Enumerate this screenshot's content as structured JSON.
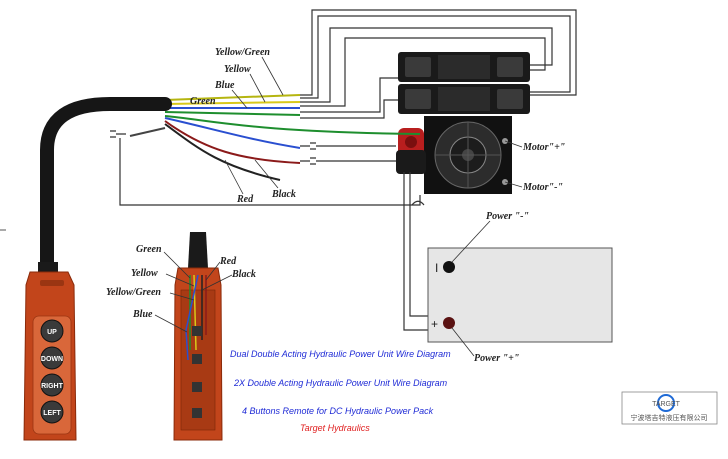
{
  "wire_labels": {
    "yellow_green_top": "Yellow/Green",
    "yellow_top": "Yellow",
    "blue_top": "Blue",
    "green_top": "Green",
    "red": "Red",
    "black": "Black"
  },
  "terminals": {
    "motor_plus": "Motor\"+\"",
    "motor_minus": "Motor\"-\"",
    "power_minus": "Power \"-\"",
    "power_plus": "Power \"+\""
  },
  "battery": {
    "minus_symbol": "I",
    "plus_symbol": "+"
  },
  "remote": {
    "buttons": [
      "UP",
      "DOWN",
      "RIGHT",
      "LEFT"
    ]
  },
  "remote_side_labels": {
    "green": "Green",
    "red": "Red",
    "yellow": "Yellow",
    "black": "Black",
    "yellow_green": "Yellow/Green",
    "blue": "Blue"
  },
  "titles": [
    "Dual Double Acting Hydraulic Power Unit Wire Diagram",
    "2X Double Acting Hydraulic Power Unit Wire Diagram",
    "4 Buttons  Remote for DC Hydraulic Power Pack"
  ],
  "brand": "Target    Hydraulics",
  "company_cn": "宁波塔吉特液压有限公司",
  "logo_text": "TARGET",
  "colors": {
    "remote_body": "#c2451b",
    "wire_yellow": "#d8c81a",
    "wire_green": "#1e8e2e",
    "wire_blue": "#2a4fd0",
    "wire_red": "#c22020",
    "wire_black": "#222222",
    "title_blue": "#1f2bd6",
    "brand_red": "#e02020"
  }
}
